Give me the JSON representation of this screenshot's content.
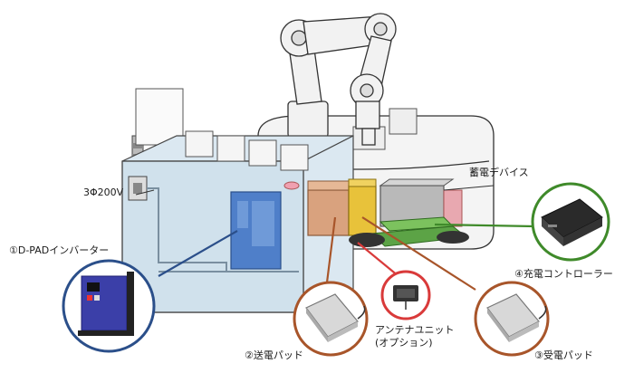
{
  "labels": {
    "power_input": "3Φ200V",
    "inverter": "①D-PADインバーター",
    "tx_pad": "②送電パッド",
    "rx_pad": "③受電パッド",
    "controller": "④充電コントローラー",
    "storage": "蓄電デバイス",
    "antenna_line1": "アンテナユニット",
    "antenna_line2": "(オプション)"
  },
  "colors": {
    "inverter": "#4f7fc9",
    "tx_pad": "#d9a27e",
    "rx_pad": "#e8c23a",
    "controller": "#5ca346",
    "antenna_ring": "#d93a3a",
    "pad_ring": "#a8552a",
    "storage": "#b9b9b9",
    "enclosure": "#c7dbe8"
  }
}
